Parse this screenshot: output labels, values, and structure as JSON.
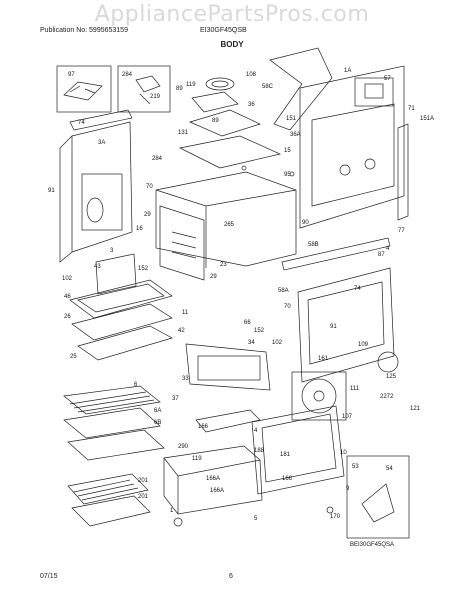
{
  "watermark": "AppliancePartsPros.com",
  "header": {
    "publication": "Publication No: 5995653159",
    "model": "EI30GF45QSB"
  },
  "title": "BODY",
  "footer": {
    "date": "07/15",
    "page": "6"
  },
  "model_tag": "BEI30GF45QSA",
  "part_labels": [
    "97",
    "284",
    "219",
    "119",
    "108",
    "89",
    "58C",
    "1A",
    "57",
    "36",
    "71",
    "151",
    "151A",
    "36A",
    "74",
    "3A",
    "131",
    "89",
    "284",
    "15",
    "95",
    "70",
    "91",
    "90",
    "29",
    "265",
    "16",
    "77",
    "4",
    "87",
    "58B",
    "152",
    "3",
    "43",
    "102",
    "23",
    "29",
    "74",
    "58A",
    "46",
    "26",
    "11",
    "42",
    "70",
    "152",
    "66",
    "91",
    "25",
    "102",
    "34",
    "161",
    "109",
    "33",
    "125",
    "111",
    "2272",
    "6",
    "37",
    "6A",
    "121",
    "107",
    "6B",
    "166",
    "4",
    "119",
    "290",
    "188",
    "201",
    "10",
    "181",
    "201",
    "9",
    "166A",
    "166",
    "166A",
    "53",
    "54",
    "1",
    "5",
    "170"
  ]
}
